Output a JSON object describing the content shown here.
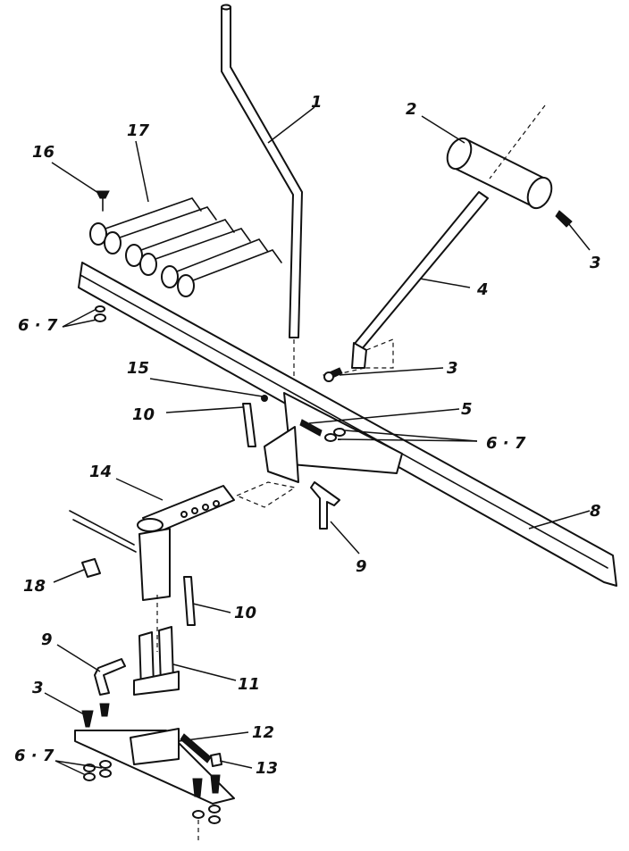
{
  "diagram": {
    "labels": {
      "l1": "1",
      "l2": "2",
      "l3a": "3",
      "l3b": "3",
      "l3c": "3",
      "l4": "4",
      "l5": "5",
      "l67a": "6 · 7",
      "l67b": "6 · 7",
      "l67c": "6 · 7",
      "l8": "8",
      "l9a": "9",
      "l9b": "9",
      "l10a": "10",
      "l10b": "10",
      "l11": "11",
      "l12": "12",
      "l13": "13",
      "l14": "14",
      "l15": "15",
      "l16": "16",
      "l17": "17",
      "l18": "18"
    }
  }
}
